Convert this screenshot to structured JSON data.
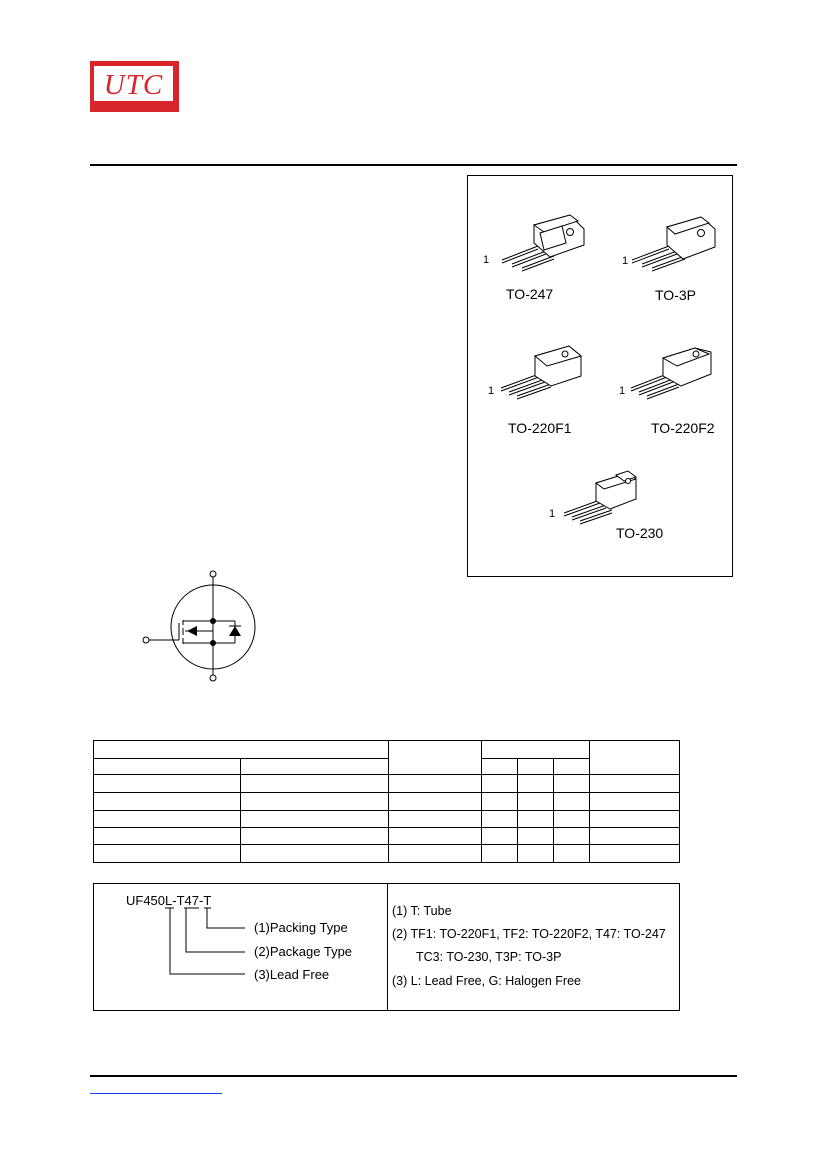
{
  "header": {
    "logo_text": "UTC"
  },
  "packages": [
    {
      "name": "TO-247",
      "pin1": "1"
    },
    {
      "name": "TO-3P",
      "pin1": "1"
    },
    {
      "name": "TO-220F1",
      "pin1": "1"
    },
    {
      "name": "TO-220F2",
      "pin1": "1"
    },
    {
      "name": "TO-230",
      "pin1": "1"
    }
  ],
  "marking": {
    "part_prefix": "UF450",
    "part_lead": "L",
    "part_sep1": "-",
    "part_pkg": "T47",
    "part_sep2": "-",
    "part_pack": "T",
    "labels": [
      "(1)Packing Type",
      "(2)Package Type",
      "(3)Lead Free"
    ],
    "notes": [
      "(1) T: Tube",
      "(2)  TF1: TO-220F1, TF2: TO-220F2, T47: TO-247",
      "TC3: TO-230, T3P: TO-3P",
      "(3) L: Lead Free, G: Halogen Free"
    ]
  },
  "colors": {
    "brand_red": "#d8262d",
    "link_blue": "#1a3cff"
  }
}
